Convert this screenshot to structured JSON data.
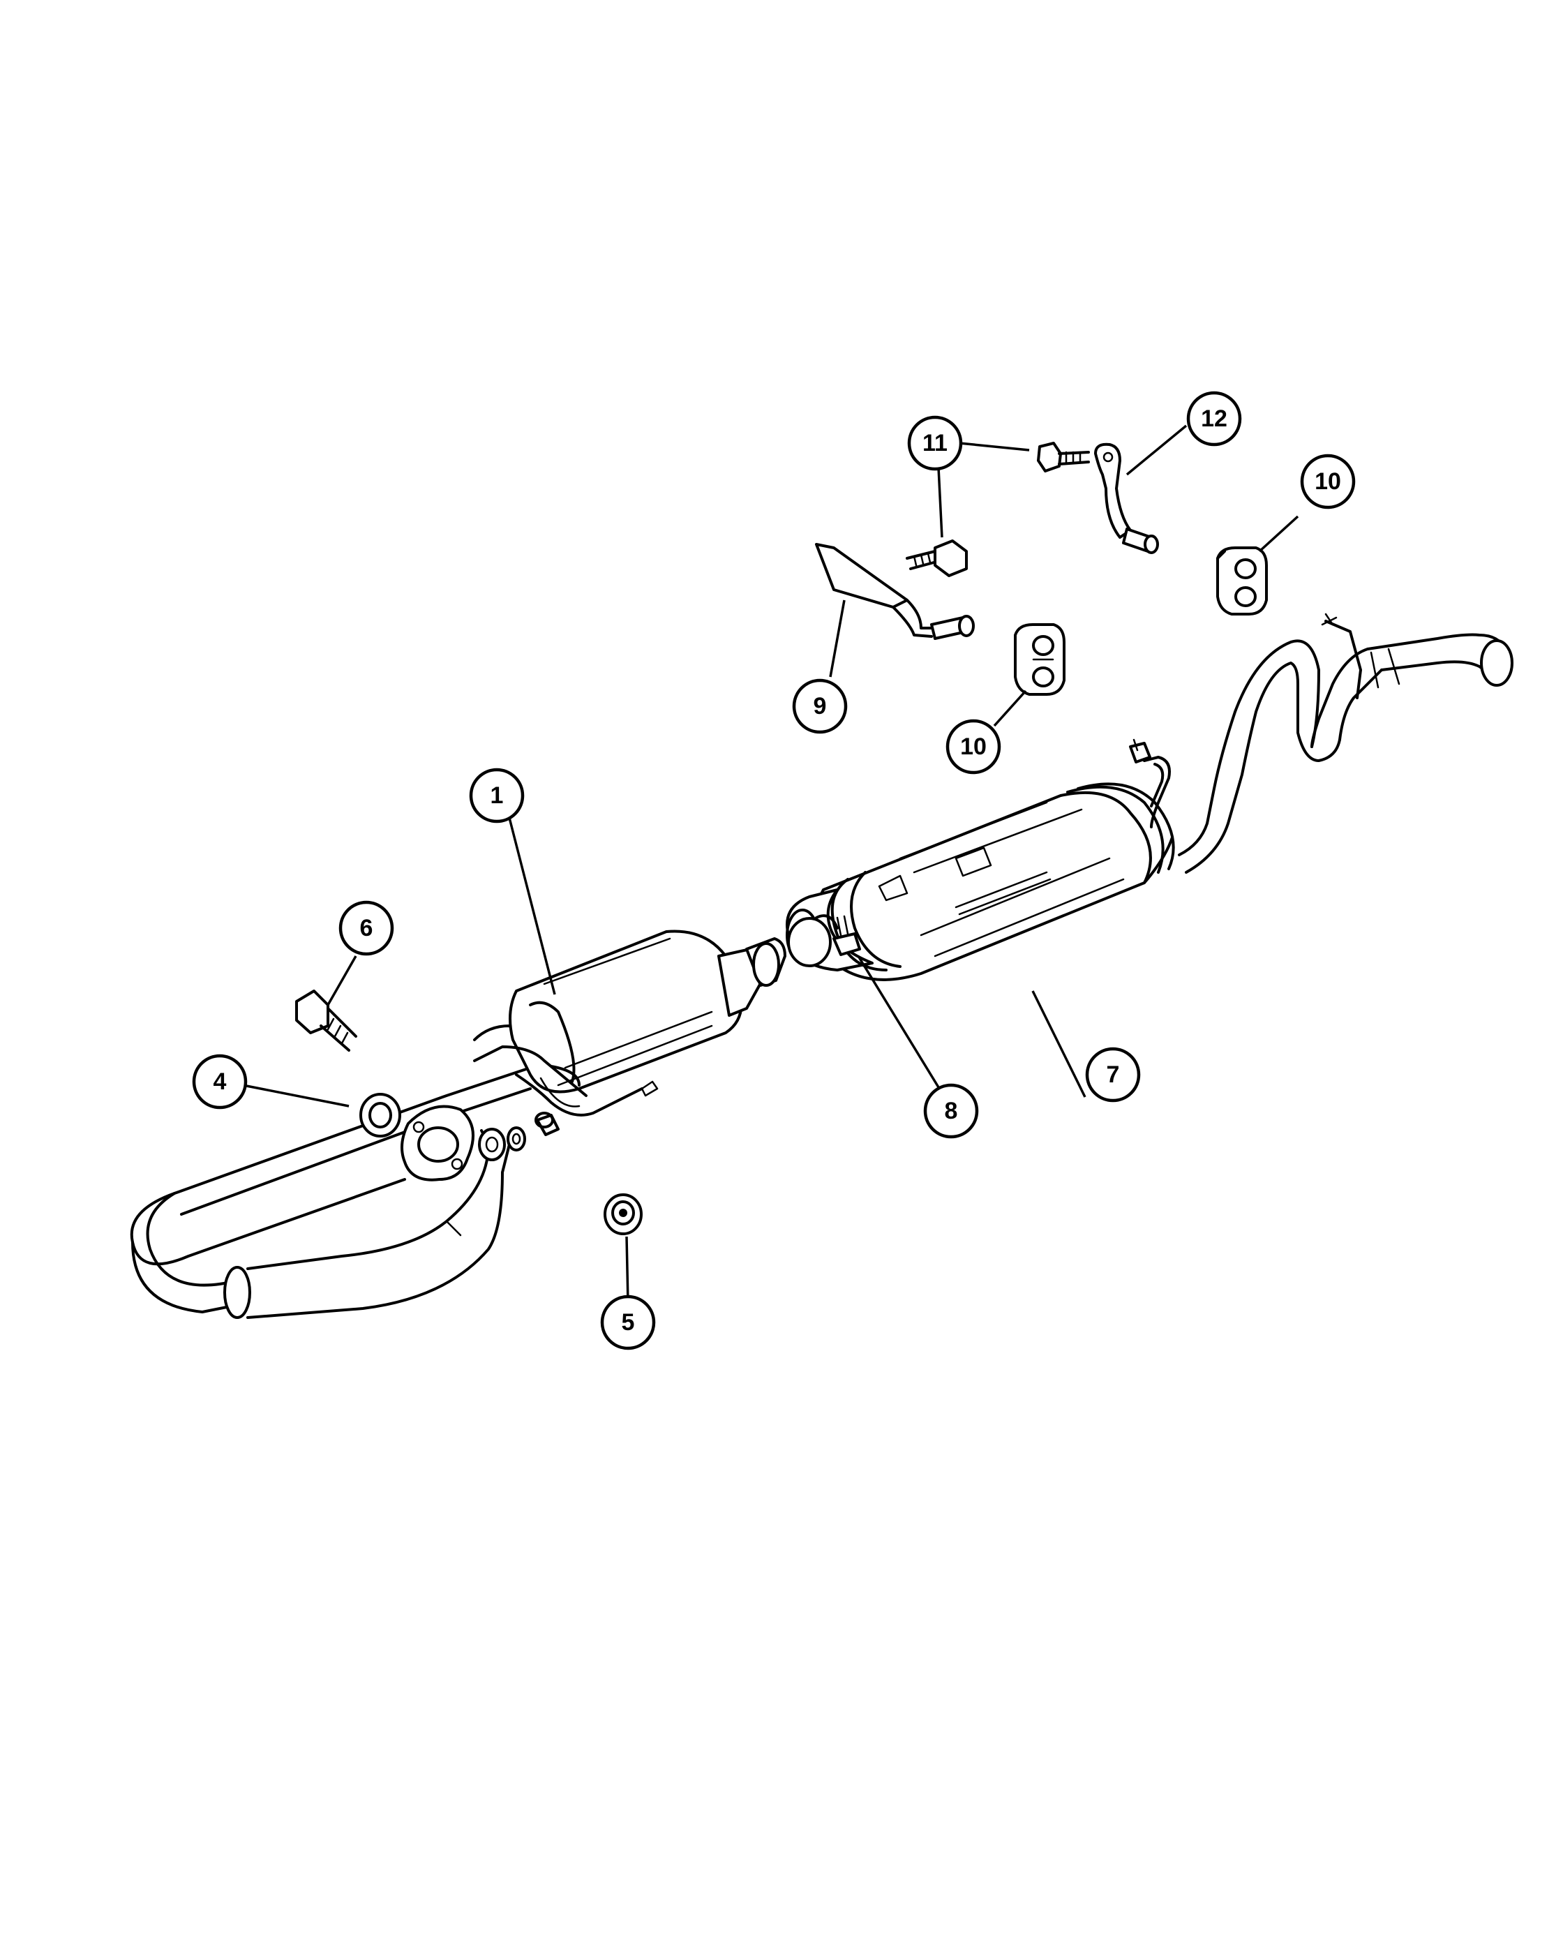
{
  "colors": {
    "line": "#000000",
    "background": "#ffffff"
  },
  "callouts": [
    {
      "id": "c1",
      "label": "1"
    },
    {
      "id": "c4",
      "label": "4"
    },
    {
      "id": "c5",
      "label": "5"
    },
    {
      "id": "c6",
      "label": "6"
    },
    {
      "id": "c7",
      "label": "7"
    },
    {
      "id": "c8",
      "label": "8"
    },
    {
      "id": "c9",
      "label": "9"
    },
    {
      "id": "c10a",
      "label": "10"
    },
    {
      "id": "c10b",
      "label": "10"
    },
    {
      "id": "c11",
      "label": "11"
    },
    {
      "id": "c12",
      "label": "12"
    }
  ]
}
